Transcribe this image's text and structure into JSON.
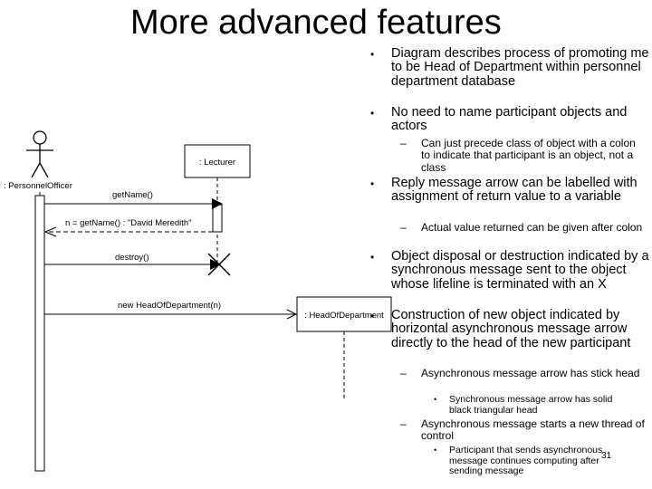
{
  "title": "More advanced features",
  "diagram": {
    "actor": ": PersonnelOfficer",
    "lecturer": ": Lecturer",
    "head": ": HeadOfDepartment",
    "msg_getname": "getName()",
    "msg_return": "n = getName() : \"David Meredith\"",
    "msg_destroy": "destroy()",
    "msg_new": "new HeadOfDepartment(n)"
  },
  "bullets": [
    {
      "mark": "•",
      "text": "Diagram describes process of promoting me to be Head of Department within personnel department database"
    },
    {
      "mark": "•",
      "text": "No need to name participant objects and actors"
    },
    {
      "mark": "–",
      "text": "Can just precede class of object with a colon to indicate that participant is an object, not a class"
    },
    {
      "mark": "•",
      "text": "Reply message arrow can be labelled with assignment of return value to a variable"
    },
    {
      "mark": "–",
      "text": "Actual value returned can be given after colon"
    },
    {
      "mark": "•",
      "text": "Object disposal or destruction indicated by a synchronous message sent to the object whose lifeline is terminated with an X"
    },
    {
      "mark": "•",
      "text": "Construction of new object indicated by horizontal asynchronous message arrow directly to the head of the new participant"
    },
    {
      "mark": "–",
      "text": "Asynchronous message arrow has stick head"
    },
    {
      "mark": "•",
      "text": "Synchronous message arrow has solid black triangular head"
    },
    {
      "mark": "–",
      "text": "Asynchronous message starts a new thread of control"
    },
    {
      "mark": "•",
      "text": "Participant that sends asynchronous message continues computing after sending message"
    }
  ],
  "page_number": "31"
}
